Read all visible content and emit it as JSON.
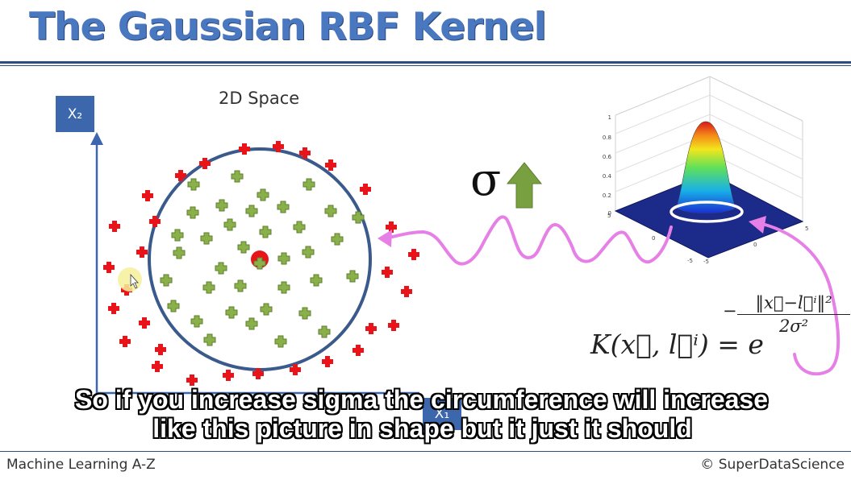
{
  "slide": {
    "title": "The Gaussian RBF Kernel",
    "space_label": "2D Space",
    "x2_label": "X₂",
    "x1_label": "X₁",
    "sigma_symbol": "σ",
    "formula": {
      "lhs": "K(x⃗, l⃗ⁱ) = e",
      "minus": "−",
      "numerator": "‖x⃗−l⃗ⁱ‖²",
      "denominator": "2σ²"
    },
    "surface_plot": {
      "z_ticks": [
        "1",
        "0.8",
        "0.6",
        "0.4",
        "0.2",
        "0"
      ],
      "axis_ticks": [
        "5",
        "0",
        "-5",
        "-5",
        "0",
        "5"
      ]
    }
  },
  "subtitles": {
    "line1": "So if you increase sigma the circumference will increase",
    "line2": "like this picture in shape but it just it should"
  },
  "footer": {
    "left": "Machine Learning A-Z",
    "right": "© SuperDataScience"
  },
  "colors": {
    "title_blue": "#4a78c0",
    "axis_box": "#3d67ad",
    "circle": "#3a5a8c",
    "red_plus": "#e8141a",
    "green_plus": "#8ab04a",
    "arrow_green": "#79a040",
    "pink_curve": "#e680e6"
  }
}
